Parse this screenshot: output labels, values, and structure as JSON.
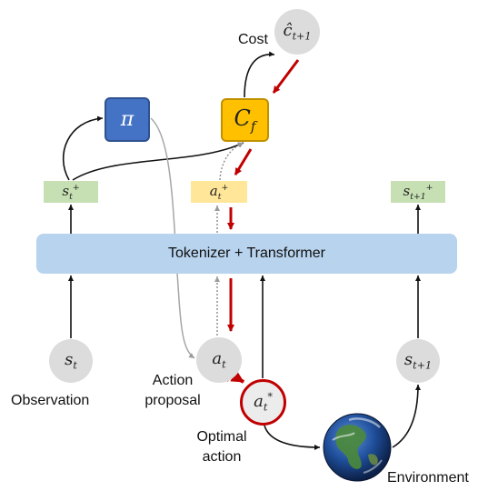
{
  "transformer_label": "Tokenizer + Transformer",
  "policy": {
    "symbol": "π"
  },
  "cost_function": {
    "base": "C",
    "sub": "f"
  },
  "cost": {
    "label": "Cost",
    "symbol": "ĉ",
    "sub": "t+1"
  },
  "state_token": {
    "base": "s",
    "sub": "t",
    "sup": "+"
  },
  "action_token": {
    "base": "a",
    "sub": "t",
    "sup": "+"
  },
  "next_state_token": {
    "base": "s",
    "sub": "t+1",
    "sup": "+"
  },
  "observation": {
    "base": "s",
    "sub": "t",
    "label": "Observation"
  },
  "action_proposal": {
    "base": "a",
    "sub": "t",
    "label_line1": "Action",
    "label_line2": "proposal"
  },
  "optimal_action": {
    "base": "a",
    "sub": "t",
    "sup": "*",
    "label_line1": "Optimal",
    "label_line2": "action"
  },
  "next_state": {
    "base": "s",
    "sub": "t+1"
  },
  "environment": {
    "label": "Environment"
  },
  "colors": {
    "transformer": "#b7d3ee",
    "policy": "#4472c4",
    "cost_function": "#ffc000",
    "state_token": "#c6e0b4",
    "action_token": "#ffe699",
    "gradient_arrow": "#c00000",
    "circle": "#dcdcdc"
  }
}
